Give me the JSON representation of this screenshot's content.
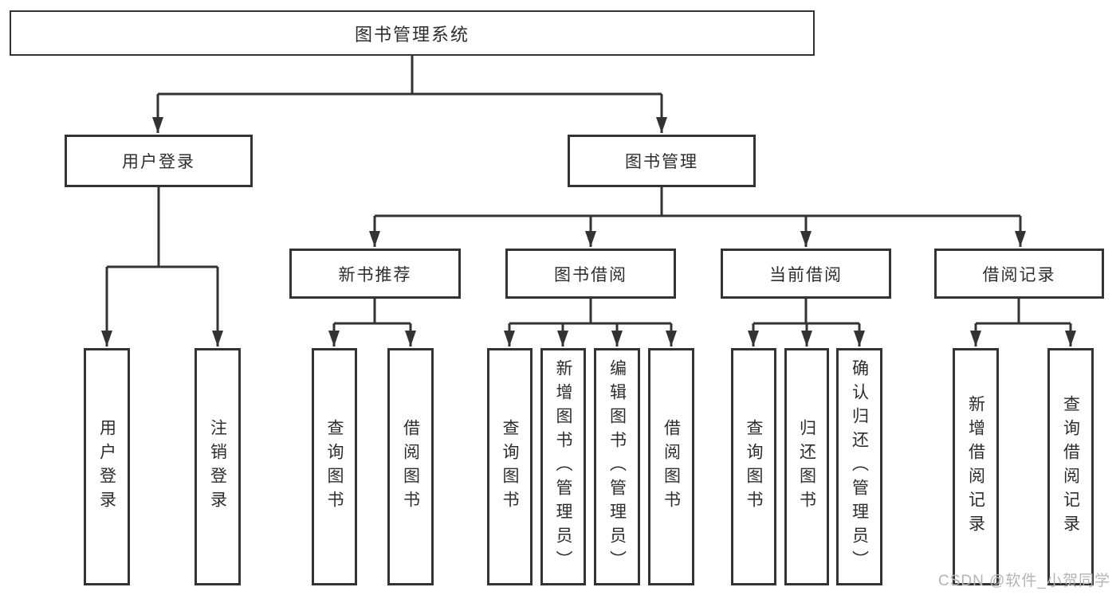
{
  "colors": {
    "line": "#333333",
    "box_border": "#333333",
    "text": "#2d2d2d",
    "background": "#ffffff",
    "watermark": "#b4b4b4"
  },
  "watermark": "CSDN @软件_小贺同学",
  "diagram": {
    "type": "tree",
    "root": {
      "label": "图书管理系统"
    },
    "branches": [
      {
        "label": "用户登录",
        "children": [
          {
            "label": "用户登录"
          },
          {
            "label": "注销登录"
          }
        ]
      },
      {
        "label": "图书管理",
        "sections": [
          {
            "label": "新书推荐",
            "children": [
              {
                "label": "查询图书"
              },
              {
                "label": "借阅图书"
              }
            ]
          },
          {
            "label": "图书借阅",
            "children": [
              {
                "label": "查询图书"
              },
              {
                "label": "新增图书（管理员）"
              },
              {
                "label": "编辑图书（管理员）"
              },
              {
                "label": "借阅图书"
              }
            ]
          },
          {
            "label": "当前借阅",
            "children": [
              {
                "label": "查询图书"
              },
              {
                "label": "归还图书"
              },
              {
                "label": "确认归还（管理员）"
              }
            ]
          },
          {
            "label": "借阅记录",
            "children": [
              {
                "label": "新增借阅记录"
              },
              {
                "label": "查询借阅记录"
              }
            ]
          }
        ]
      }
    ]
  }
}
